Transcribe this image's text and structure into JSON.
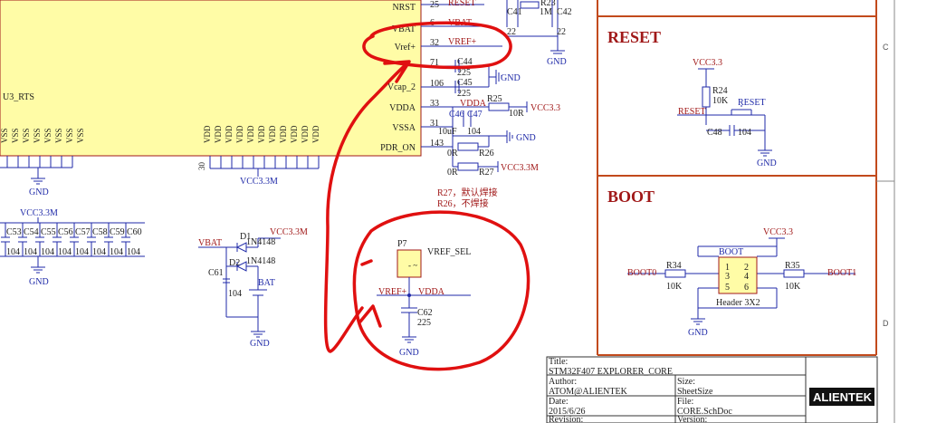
{
  "mcu_pins": {
    "nrst": "NRST",
    "vbat": "VBAT",
    "vref": "Vref+",
    "vcap2": "Vcap_2",
    "vdda": "VDDA",
    "vssa": "VSSA",
    "pdr_on": "PDR_ON",
    "u3_rts": "U3_RTS",
    "pin_25": "25",
    "pin_6": "6",
    "pin_32": "32",
    "pin_71": "71",
    "pin_106": "106",
    "pin_33": "33",
    "pin_31": "31",
    "pin_143": "143",
    "pin_30": "30",
    "vss_label": "VSS",
    "vdd_label": "VDD"
  },
  "nets": {
    "reset": "RESET",
    "vbat": "VBAT",
    "vref_plus": "VREF+",
    "vdda": "VDDA",
    "vcc33": "VCC3.3",
    "vcc33m": "VCC3.3M",
    "gnd": "GND",
    "boot0": "BOOT0",
    "boot1": "BOOT1",
    "boot": "BOOT"
  },
  "components": {
    "c41": "C41",
    "c42": "C42",
    "r23": "R23",
    "r23_val": "1M",
    "c_22a": "22",
    "c_22b": "22",
    "c44": "C44",
    "c45": "C45",
    "c44_val": "225",
    "c45_val": "225",
    "c46": "C46",
    "c47": "C47",
    "r25": "R25",
    "r25_val": "10R",
    "c104": "104",
    "c10uf": "10uF",
    "r26": "R26",
    "r27": "R27",
    "r_0r_a": "0R",
    "r_0r_b": "0R",
    "note_line1": "R27，默认焊接",
    "note_line2": "R26，不焊接",
    "caps_row": [
      "C53",
      "C54",
      "C55",
      "C56",
      "C57",
      "C58",
      "C59",
      "C60"
    ],
    "caps_val": "104",
    "d1": "D1",
    "d2": "D2",
    "d_part": "1N4148",
    "c61": "C61",
    "c61_val": "104",
    "bat": "BAT",
    "p7": "P7",
    "vref_sel": "VREF_SEL",
    "c62": "C62",
    "c62_val": "225",
    "r24": "R24",
    "r24_val": "10K",
    "c48": "C48",
    "c48_val": "104",
    "r34": "R34",
    "r34_val": "10K",
    "r35": "R35",
    "r35_val": "10K",
    "header": "Header 3X2",
    "header_pins": [
      "1",
      "2",
      "3",
      "4",
      "5",
      "6"
    ]
  },
  "sections": {
    "reset": "RESET",
    "boot": "BOOT"
  },
  "border": {
    "row_c": "C",
    "row_d": "D"
  },
  "title_block": {
    "title_label": "Title:",
    "title_value": "STM32F407 EXPLORER_CORE",
    "author_label": "Author:",
    "author_value": "ATOM@ALIENTEK",
    "size_label": "Size:",
    "size_value": "SheetSize",
    "date_label": "Date:",
    "date_value": "2015/6/26",
    "file_label": "File:",
    "file_value": "CORE.SchDoc",
    "revision_label": "Revision:",
    "version_label": "Version:",
    "logo": "ALIENTEK"
  },
  "colors": {
    "wire": "#1f2aa8",
    "net_label": "#a01818",
    "chip_fill": "#fffca6",
    "sheet_border": "#c24a1c",
    "annotation": "#e01010"
  }
}
